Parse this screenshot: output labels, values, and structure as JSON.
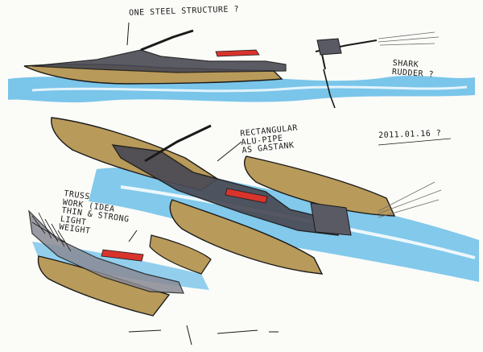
{
  "annotations": {
    "steel_structure": "ONE STEEL STRUCTURE ?",
    "shark_rudder": "SHARK\nRUDDER ?",
    "rectangular_pipe": "RECTANGULAR\nALU-PIPE\nAS GASTANK",
    "date_signature": "2011.01.16 ?",
    "truss_work": "TRUSS\nWORK (IDEA\nTHIN & STRONG\nLIGHT\nWEIGHT"
  },
  "palette": {
    "water": "#4fb3e6",
    "water_light": "#a9dcf5",
    "hull": "#b89a5a",
    "hull_dark": "#8a6f3a",
    "ink": "#1a1a1a",
    "frame": "#4a4a55",
    "seat_red": "#d8342c"
  }
}
